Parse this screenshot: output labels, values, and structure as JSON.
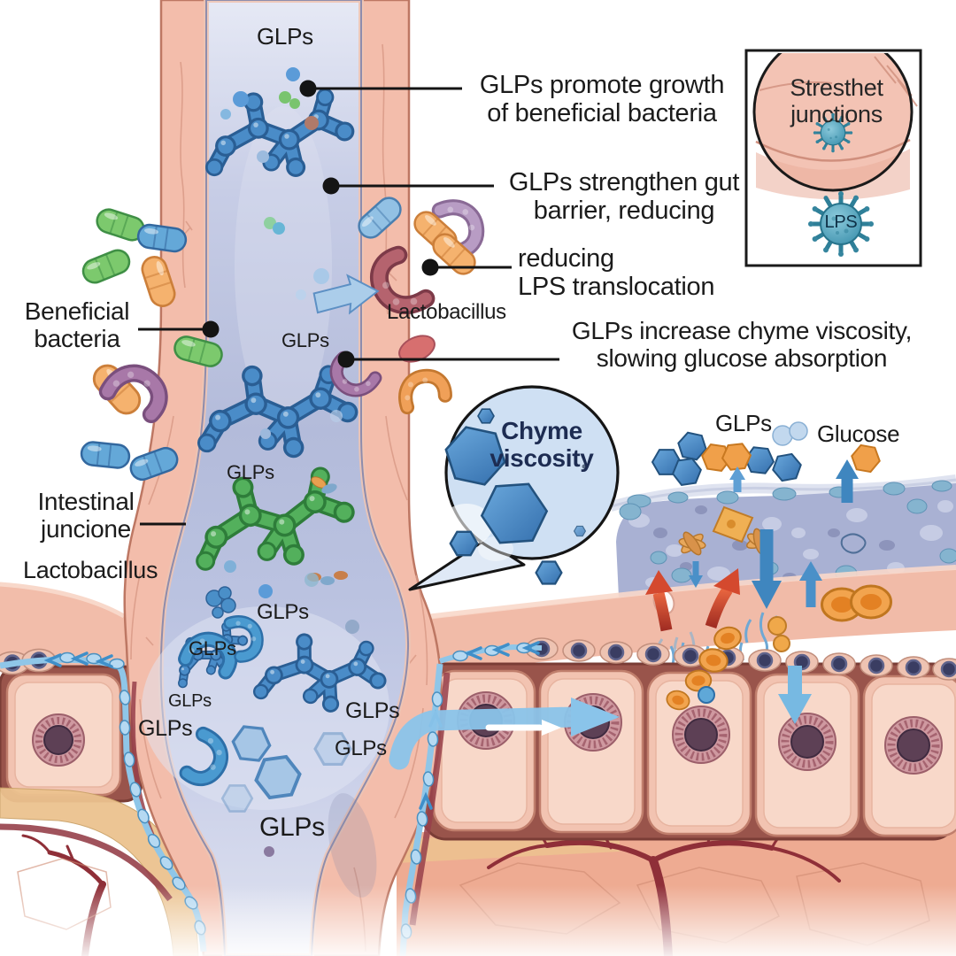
{
  "figure": {
    "type": "medical-illustration",
    "subject": "Effects of GLPs on the gut: microbiome growth, barrier strengthening and chyme viscosity"
  },
  "annotations": {
    "promote_growth": "GLPs promote growth\nof beneficial bacteria",
    "strengthen_barrier": "GLPs strengthen gut\nbarrier, reducing",
    "reduce_lps": "reducing\nLPS translocation",
    "chyme_viscosity": "GLPs increase chyme viscosity,\nslowing glucose absorption"
  },
  "labels": {
    "glps_top": "GLPs",
    "glps_bottom": "GLPs",
    "beneficial_bacteria": "Beneficial\nbacteria",
    "lactobacillus_upper": "Lactobacillus",
    "intestinal_junction": "Intestinal\njuncione",
    "lactobacillus_lower": "Lactobacillus",
    "glps_chyme_panel": "GLPs",
    "glucose": "Glucose",
    "glps_lumen": [
      "GLPs",
      "GLPs",
      "GLPs",
      "GLPs",
      "GLPs",
      "GLPs",
      "GLPs",
      "GLPs"
    ]
  },
  "magnifier": {
    "label": "Chyme\nviscosity"
  },
  "inset": {
    "title": "Stresthet\njunctions",
    "particle_label": "LPS"
  },
  "colors": {
    "wall_salmon": "#f3bdab",
    "lumen_lavender": "#b6bedd",
    "molecule_blue": "#4a8cc8",
    "molecule_green": "#53b05c",
    "lps_teal": "#4aa3c0",
    "arrow_blue": "#3f86bf",
    "arrow_red": "#d4492e",
    "annotation_text": "#1b1b1b"
  }
}
